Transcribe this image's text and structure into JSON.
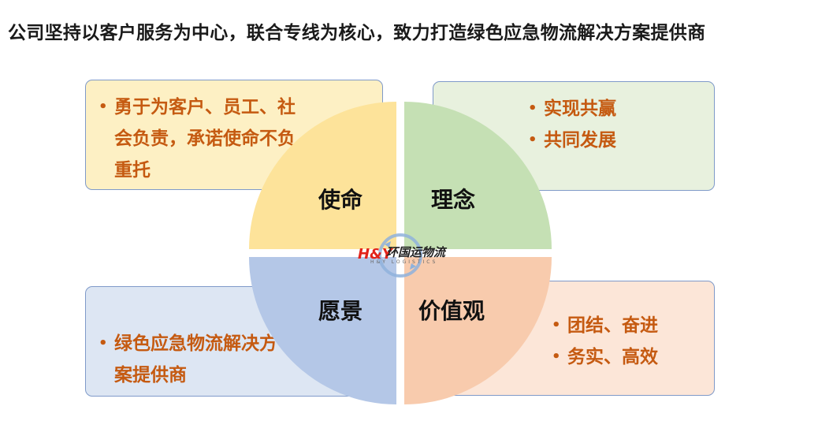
{
  "title": "公司坚持以客户服务为中心，联合专线为核心，致力打造绿色应急物流解决方案提供商",
  "quadrants": {
    "mission": {
      "label": "使命",
      "color": "#fde39a"
    },
    "concept": {
      "label": "理念",
      "color": "#c5e0b4"
    },
    "vision": {
      "label": "愿景",
      "color": "#b4c7e7"
    },
    "values": {
      "label": "价值观",
      "color": "#f8cbad"
    }
  },
  "boxes": {
    "mission": {
      "items": [
        "勇于为客户、员工、社会负责，承诺使命不负重托"
      ]
    },
    "concept": {
      "items": [
        "实现共赢",
        "共同发展"
      ]
    },
    "vision": {
      "items": [
        "绿色应急物流解决方案提供商"
      ]
    },
    "values": {
      "items": [
        "团结、奋进",
        "务实、高效"
      ]
    }
  },
  "logo": {
    "brand": "H&Y",
    "name": "环国运物流",
    "sub": "H&Y LOGISTICS"
  },
  "colors": {
    "bullet_text": "#c55a11",
    "box_border": "#7f9ac9"
  }
}
